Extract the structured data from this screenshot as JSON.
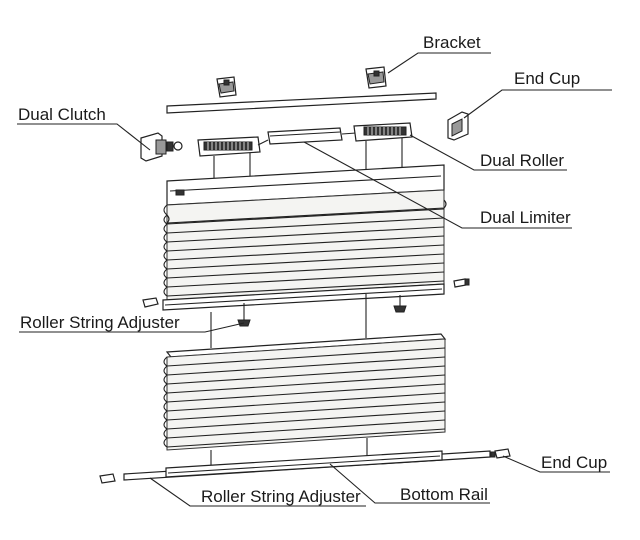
{
  "labels": {
    "bracket": "Bracket",
    "end_cup_top": "End Cup",
    "dual_clutch": "Dual Clutch",
    "dual_roller": "Dual Roller",
    "dual_limiter": "Dual Limiter",
    "roller_string_adjuster_top": "Roller String Adjuster",
    "end_cup_bottom": "End Cup",
    "roller_string_adjuster_bottom": "Roller String Adjuster",
    "bottom_rail": "Bottom Rail"
  }
}
